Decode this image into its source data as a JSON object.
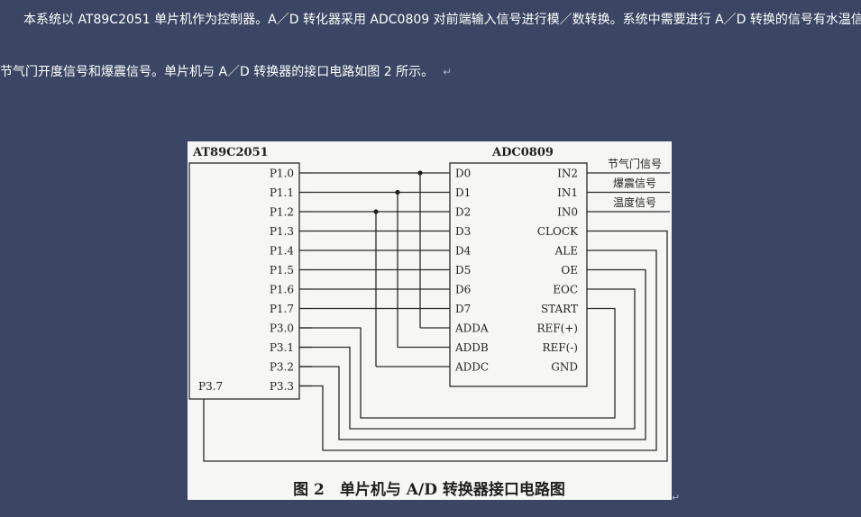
{
  "text": {
    "para1": "本系统以 AT89C2051 单片机作为控制器。A／D 转化器采用 ADC0809 对前端输入信号进行模／数转换。系统中需要进行 A／D 转换的信号有水温信号、",
    "para2": "节气门开度信号和爆震信号。单片机与 A／D 转换器的接口电路如图 2 所示。",
    "para_mark": "↵",
    "figure_end_mark": "↵"
  },
  "figure": {
    "mcu_name": "AT89C2051",
    "adc_name": "ADC0809",
    "mcu_pins": [
      "P1.0",
      "P1.1",
      "P1.2",
      "P1.3",
      "P1.4",
      "P1.5",
      "P1.6",
      "P1.7",
      "P3.0",
      "P3.1",
      "P3.2",
      "P3.3"
    ],
    "mcu_left_pin": "P3.7",
    "adc_left_pins": [
      "D0",
      "D1",
      "D2",
      "D3",
      "D4",
      "D5",
      "D6",
      "D7",
      "ADDA",
      "ADDB",
      "ADDC"
    ],
    "adc_right_pins": [
      "IN2",
      "IN1",
      "IN0",
      "CLOCK",
      "ALE",
      "OE",
      "EOC",
      "START",
      "REF(+)",
      "REF(-)",
      "GND"
    ],
    "signals": [
      "节气门信号",
      "爆震信号",
      "温度信号"
    ],
    "caption": "图 2　单片机与 A/D 转换器接口电路图"
  }
}
